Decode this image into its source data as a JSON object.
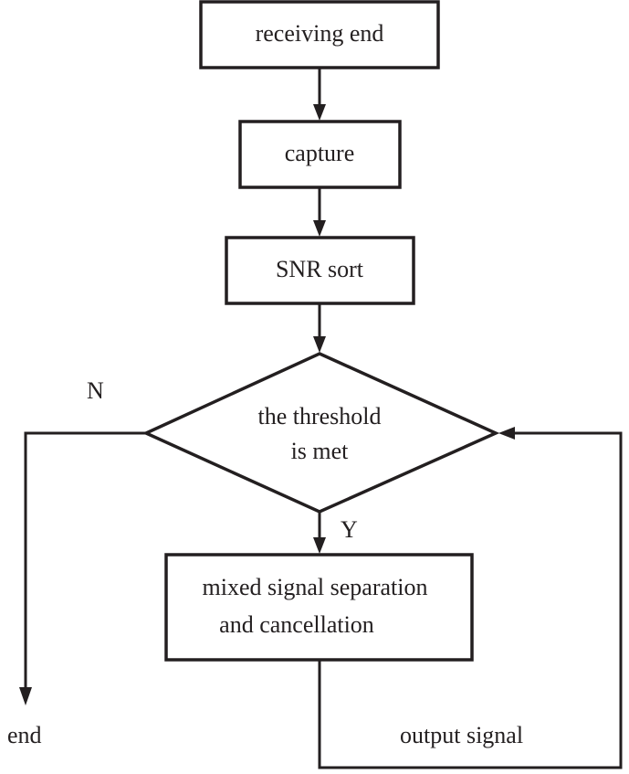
{
  "nodes": {
    "receiving_end": "receiving end",
    "capture": "capture",
    "snr_sort": "SNR sort",
    "decision": [
      "the threshold",
      "is met"
    ],
    "separation": [
      "mixed signal separation",
      "and cancellation"
    ],
    "end": "end"
  },
  "edge_labels": {
    "no": "N",
    "yes": "Y",
    "output_signal": "output signal"
  },
  "colors": {
    "stroke": "#231f20",
    "background": "#ffffff"
  }
}
